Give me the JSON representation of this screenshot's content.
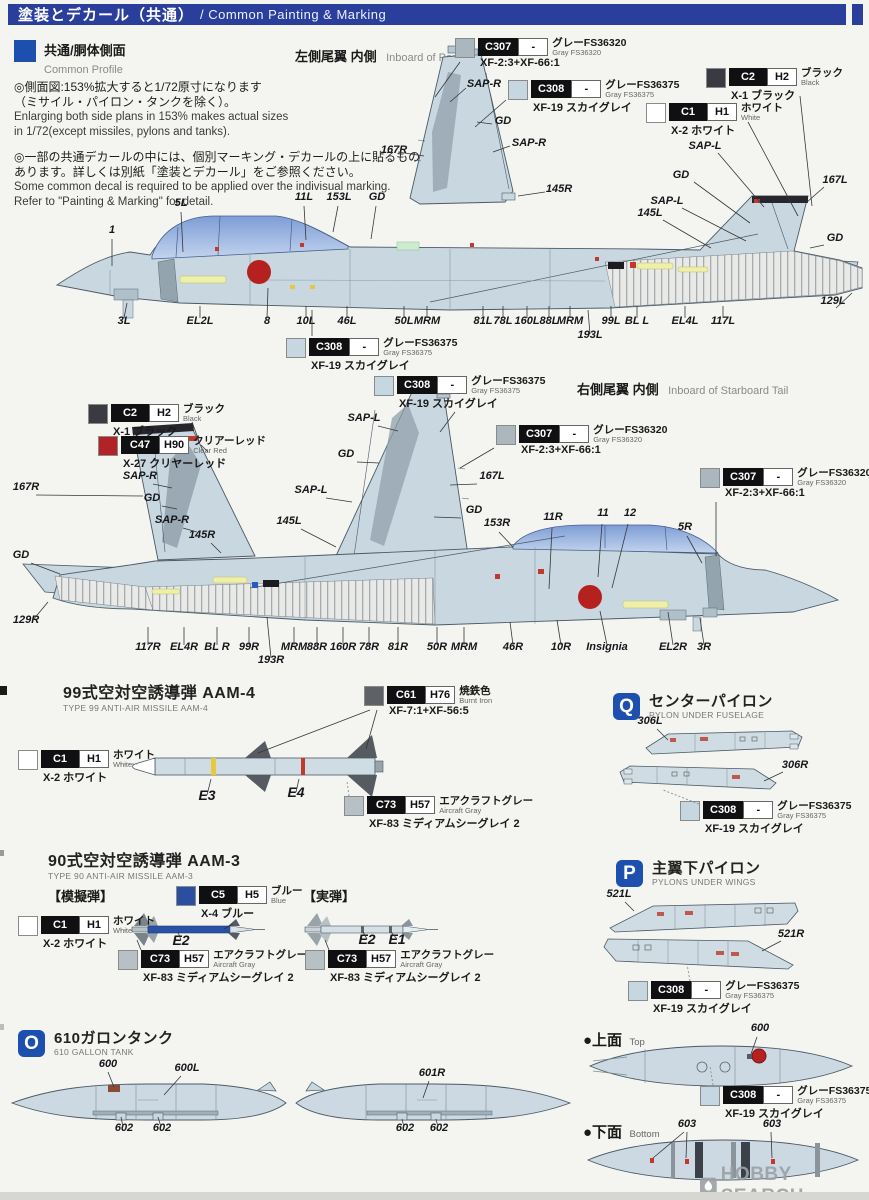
{
  "header": {
    "title_jp": "塗装とデカール（共通）",
    "title_en": "/ Common Painting & Marking"
  },
  "colors": {
    "header_blue": "#2a3f9c",
    "accent_blue": "#1d4fae",
    "insignia_red": "#b5211f"
  },
  "intro": {
    "heading_jp": "共通/胴体側面",
    "heading_en": "Common Profile",
    "note1": [
      "◎側面図:153%拡大すると1/72原寸になります",
      "（ミサイル・パイロン・タンクを除く）。",
      "Enlarging both side plans in 153% makes actual sizes",
      "in 1/72(except missiles, pylons and tanks)."
    ],
    "note2": [
      "◎一部の共通デカールの中には、個別マーキング・デカールの上に貼るものが",
      "あります。詳しくは別紙「塗装とデカール」をご参照ください。",
      "Some common decal is required to be applied over the indivisual marking.",
      "Refer to \"Painting & Marking\" for detail."
    ]
  },
  "sections": {
    "port_tail": {
      "jp": "左側尾翼 内側",
      "en": "Inboard of Port Tail"
    },
    "stbd_tail": {
      "jp": "右側尾翼 内側",
      "en": "Inboard of Starboard Tail"
    },
    "aam4": {
      "jp": "99式空対空誘導弾 AAM-4",
      "en": "TYPE 99 ANTI-AIR MISSILE AAM-4"
    },
    "aam3": {
      "jp": "90式空対空誘導弾 AAM-3",
      "en": "TYPE 90 ANTI-AIR MISSILE AAM-3",
      "dummy": "【模擬弾】",
      "live": "【実弾】"
    },
    "pylon_q": {
      "letter": "Q",
      "jp": "センターパイロン",
      "en": "PYLON UNDER FUSELAGE"
    },
    "pylon_p": {
      "letter": "P",
      "jp": "主翼下パイロン",
      "en": "PYLONS UNDER WINGS"
    },
    "tank_o": {
      "letter": "O",
      "jp": "610ガロンタンク",
      "en": "610 GALLON TANK",
      "top_jp": "●上面",
      "top_en": "Top",
      "bottom_jp": "●下面",
      "bottom_en": "Bottom"
    }
  },
  "paints": {
    "c307": {
      "code": "C307",
      "code2": "-",
      "name_jp": "グレーFS36320",
      "name_en": "Gray FS36320",
      "mix": "XF-2:3+XF-66:1",
      "chip": "#aab7bf"
    },
    "c308": {
      "code": "C308",
      "code2": "-",
      "name_jp": "グレーFS36375",
      "name_en": "Gray FS36375",
      "mix": "XF-19 スカイグレイ",
      "chip": "#c7d7e1"
    },
    "c1": {
      "code": "C1",
      "code2": "H1",
      "name_jp": "ホワイト",
      "name_en": "White",
      "mix": "X-2 ホワイト",
      "chip": "#ffffff"
    },
    "c2": {
      "code": "C2",
      "code2": "H2",
      "name_jp": "ブラック",
      "name_en": "Black",
      "mix": "X-1 ブラック",
      "chip": "#3a3a42"
    },
    "c5": {
      "code": "C5",
      "code2": "H5",
      "name_jp": "ブルー",
      "name_en": "Blue",
      "mix": "X-4 ブルー",
      "chip": "#2a4fa0"
    },
    "c47": {
      "code": "C47",
      "code2": "H90",
      "name_jp": "クリアーレッド",
      "name_en": "Clear Red",
      "mix": "X-27 クリヤーレッド",
      "chip": "#b22328"
    },
    "c61": {
      "code": "C61",
      "code2": "H76",
      "name_jp": "焼鉄色",
      "name_en": "Burnt Iron",
      "mix": "XF-7:1+XF-56:5",
      "chip": "#5e6266"
    },
    "c73": {
      "code": "C73",
      "code2": "H57",
      "name_jp": "エアクラフトグレー",
      "name_en": "Aircraft Gray",
      "mix": "XF-83 ミディアムシーグレイ 2",
      "chip": "#b7c0c4"
    }
  },
  "labels": {
    "port_tail_detail": [
      "SAP-R",
      "GD",
      "SAP-R",
      "145R",
      "167R"
    ],
    "plane1_top": [
      "1",
      "5L",
      "11L",
      "153L",
      "GD"
    ],
    "plane1_tail": [
      "SAP-L",
      "GD",
      "167L",
      "SAP-L",
      "145L",
      "GD",
      "129L"
    ],
    "plane1_bottom": [
      "3L",
      "EL2L",
      "8",
      "10L",
      "46L",
      "50L",
      "MRM",
      "81L",
      "78L",
      "160L",
      "88L",
      "MRM",
      "193L",
      "99L",
      "BL L",
      "EL4L",
      "117L"
    ],
    "plane2_fin": [
      "167R",
      "GD",
      "SAP-R",
      "GD",
      "SAP-R",
      "145R"
    ],
    "center_fin": [
      "SAP-L",
      "GD",
      "SAP-L",
      "145L",
      "167L",
      "GD"
    ],
    "plane2_top": [
      "153R",
      "11R",
      "11",
      "12",
      "5R"
    ],
    "plane2_bottom": [
      "129R",
      "117R",
      "EL4R",
      "BL R",
      "99R",
      "193R",
      "MRM",
      "88R",
      "160R",
      "78R",
      "81R",
      "50R",
      "MRM",
      "46R",
      "10R",
      "Insignia",
      "EL2R",
      "3R"
    ],
    "aam4": [
      "E3",
      "E4"
    ],
    "aam3_dummy": [
      "E2"
    ],
    "aam3_live": [
      "E2",
      "E1"
    ],
    "pylon_q": [
      "306L",
      "306R"
    ],
    "pylon_p": [
      "521L",
      "521R"
    ],
    "tanks": [
      "600",
      "600L",
      "602",
      "602",
      "601R",
      "602",
      "602"
    ],
    "tank_top": [
      "600"
    ],
    "tank_bottom": [
      "603",
      "603"
    ]
  },
  "watermark": {
    "logo": "HOBBY SEARCH"
  }
}
